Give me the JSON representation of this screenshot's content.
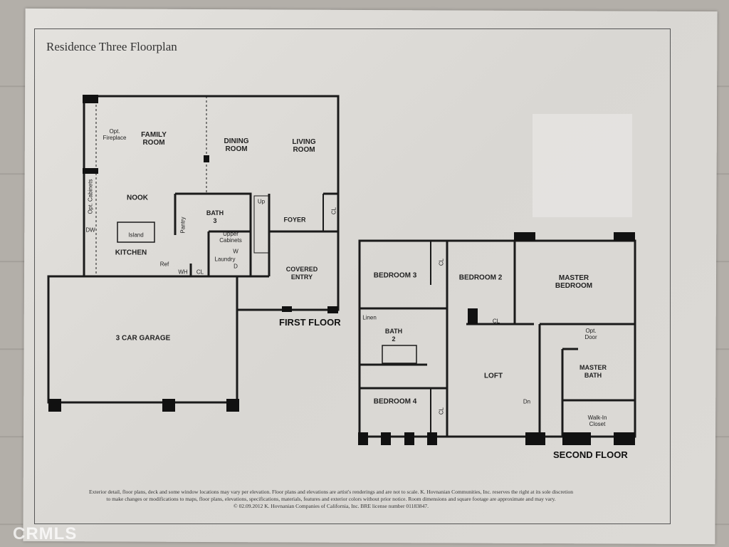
{
  "title": "Residence Three Floorplan",
  "first_floor": {
    "label": "FIRST FLOOR",
    "rooms": {
      "family_room": "FAMILY\nROOM",
      "dining_room": "DINING\nROOM",
      "living_room": "LIVING\nROOM",
      "nook": "NOOK",
      "kitchen": "KITCHEN",
      "island": "Island",
      "opt_fireplace": "Opt.\nFireplace",
      "opt_cabinets": "Opt. Cabinets",
      "dw": "DW",
      "ref": "Ref",
      "wh": "WH",
      "cl_kitchen": "CL",
      "pantry": "Pantry",
      "bath3": "BATH\n3",
      "upper_cabinets": "Upper\nCabinets",
      "laundry": "Laundry",
      "washer": "W",
      "dryer": "D",
      "up": "Up",
      "foyer": "FOYER",
      "cl_foyer": "CL",
      "covered_entry": "COVERED\nENTRY",
      "garage": "3 CAR GARAGE"
    }
  },
  "second_floor": {
    "label": "SECOND FLOOR",
    "rooms": {
      "bedroom3": "BEDROOM 3",
      "bedroom2": "BEDROOM 2",
      "master_bedroom": "MASTER\nBEDROOM",
      "linen": "Linen",
      "bath2": "BATH\n2",
      "loft": "LOFT",
      "bedroom4": "BEDROOM 4",
      "cl_bed3": "CL",
      "cl_bed2": "CL",
      "cl_bed4": "CL",
      "opt_door": "Opt.\nDoor",
      "master_bath": "MASTER\nBATH",
      "walk_in_closet": "Walk-In\nCloset",
      "dn": "Dn"
    }
  },
  "footer": {
    "line1": "Exterior detail, floor plans, deck and some window locations may vary per elevation. Floor plans and elevations are artist's renderings and are not to scale. K. Hovnanian Communities, Inc. reserves the right at its sole discretion",
    "line2": "to make changes or modifications to maps, floor plans, elevations, specifications, materials, features and exterior colors without prior notice. Room dimensions and square footage are approximate and may vary.",
    "line3": "© 02.09.2012 K. Hovnanian Companies of California, Inc.  BRE license number 01183847."
  },
  "watermark": "CRMLS"
}
